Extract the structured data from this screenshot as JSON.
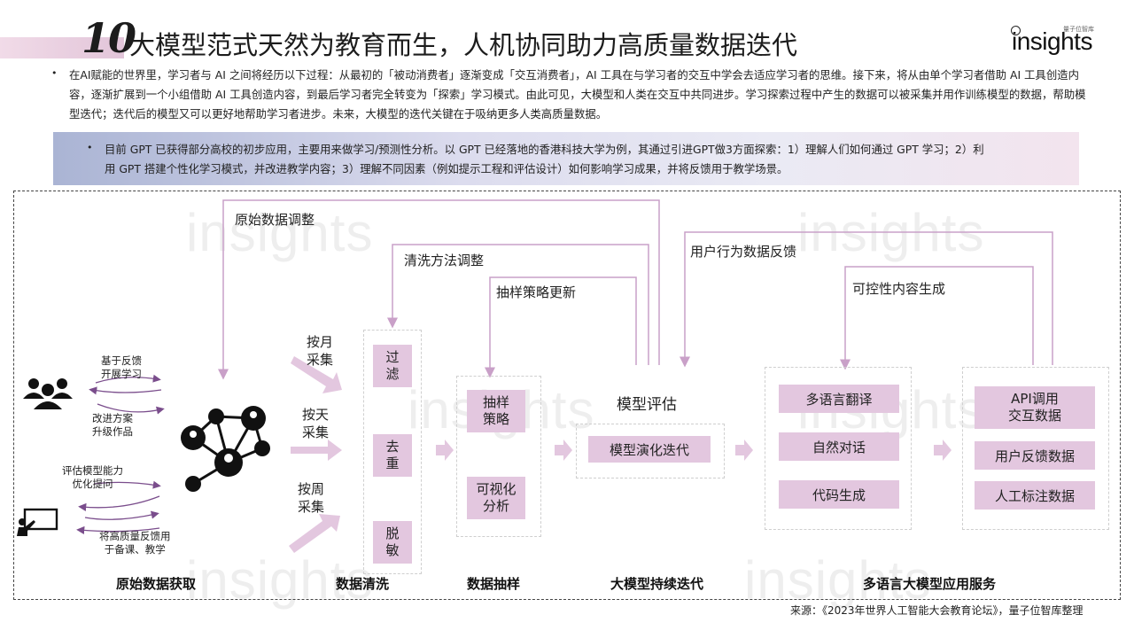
{
  "header": {
    "number": "10",
    "title": "大模型范式天然为教育而生，人机协同助力高质量数据迭代",
    "logo_small": "量子位智库",
    "logo_main": "insights"
  },
  "intro": {
    "paragraph": "在AI赋能的世界里，学习者与 AI 之间将经历以下过程：从最初的「被动消费者」逐渐变成「交互消费者」，AI 工具在与学习者的交互中学会去适应学习者的思维。接下来，将从由单个学习者借助 AI 工具创造内容，逐渐扩展到一个小组借助 AI 工具创造内容，到最后学习者完全转变为「探索」学习模式。由此可见，大模型和人类在交互中共同进步。学习探索过程中产生的数据可以被采集并用作训练模型的数据，帮助模型迭代；迭代后的模型又可以更好地帮助学习者进步。未来，大模型的迭代关键在于吸纳更多人类高质量数据。",
    "gpt_paragraph": "目前 GPT 已获得部分高校的初步应用，主要用来做学习/预测性分析。以 GPT 已经落地的香港科技大学为例，其通过引进GPT做3方面探索：1）理解人们如何通过 GPT 学习；2）利用 GPT 搭建个性化学习模式，并改进教学内容；3）理解不同因素（例如提示工程和评估设计）如何影响学习成果，并将反馈用于教学场景。"
  },
  "diagram": {
    "feedback_loops": {
      "raw_adjust": "原始数据调整",
      "clean_adjust": "清洗方法调整",
      "sampling_update": "抽样策略更新",
      "user_feedback": "用户行为数据反馈",
      "controllable": "可控性内容生成"
    },
    "acquisition": {
      "fb1": "基于反馈\n开展学习",
      "fb2": "改进方案\n升级作品",
      "fb3": "评估模型能力\n优化提问",
      "fb4": "将高质量反馈用\n于备课、教学"
    },
    "collect": {
      "monthly": "按月\n采集",
      "daily": "按天\n采集",
      "weekly": "按周\n采集"
    },
    "cleaning": {
      "filter": "过\n滤",
      "dedup": "去\n重",
      "desensitize": "脱\n敏"
    },
    "sampling": {
      "strategy": "抽样\n策略",
      "visual": "可视化\n分析"
    },
    "evaluation": {
      "title": "模型评估",
      "evolve": "模型演化迭代"
    },
    "multilingual": {
      "translate": "多语言翻译",
      "dialog": "自然对话",
      "code": "代码生成"
    },
    "service": {
      "api": "API调用\n交互数据",
      "user_fb": "用户反馈数据",
      "annot": "人工标注数据"
    },
    "sections": {
      "s1": "原始数据获取",
      "s2": "数据清洗",
      "s3": "数据抽样",
      "s4": "大模型持续迭代",
      "s5": "多语言大模型应用服务"
    }
  },
  "source": "来源：《2023年世界人工智能大会教育论坛》，量子位智库整理",
  "colors": {
    "accent": "#e3c7df",
    "line": "#c9a0c8",
    "arrow": "#7a4d8c"
  }
}
